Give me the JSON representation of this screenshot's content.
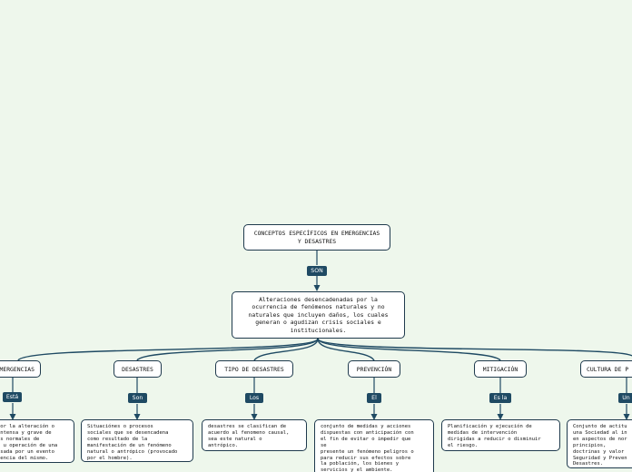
{
  "colors": {
    "background": "#eef7ec",
    "node_border": "#1f3a4d",
    "node_fill": "#ffffff",
    "connector": "#1f4a63",
    "tag_fill": "#1f4a63",
    "tag_text": "#ffffff"
  },
  "root": {
    "title": "CONCEPTOS ESPECÍFICOS EN EMERGENCIAS Y DESASTRES",
    "link_label": "SON"
  },
  "definition": "Alteraciones desencadenadas por la ocurrencia de fenómenos naturales y no naturales que incluyen daños, los cuales generan o agudizan crisis sociales e institucionales.",
  "branches": [
    {
      "title": "EMERGENCIAS",
      "link_label": "Está",
      "description": "por la alteración o\nintensa y grave de\nes normales de\no u operación de una\nusada por un evento\nnencia del mismo."
    },
    {
      "title": "DESASTRES",
      "link_label": "Son",
      "description": "Situaciónes o procesos\nsociales que se desencadena\ncomo resultado de la\nmanifestación de un fenómeno\nnatural o antrópico (provocado\npor el hombre)."
    },
    {
      "title": "TIPO DE DESASTRES",
      "link_label": "Los",
      "description": "desastres se clasifican de\nacuerdo al fenomeno causal,\nsea este natural o\nantrópico."
    },
    {
      "title": "PREVENCIÓN",
      "link_label": "El",
      "description": "conjunto de medidas y acciones\ndispuestas con anticipación con\nel fin de evitar o impedir que\nse\npresente un fenómeno peligros o\npara reducir sus efectos sobre\nla población, los bienes y\nservicios y el ambiente."
    },
    {
      "title": "MITIGACIÓN",
      "link_label": "Es la",
      "description": "Planificación y ejecución de\nmedidas de intervención\ndirigidas a reducir o disminuir\nel riesgo."
    },
    {
      "title": "CULTURA DE P",
      "link_label": "Un",
      "description": "Conjunto de actitu\nuna Sociedad al in\nen aspectos de nor\nprincipios,\n doctrinas y valor\nSeguridad y Preven\nDesastres."
    }
  ]
}
